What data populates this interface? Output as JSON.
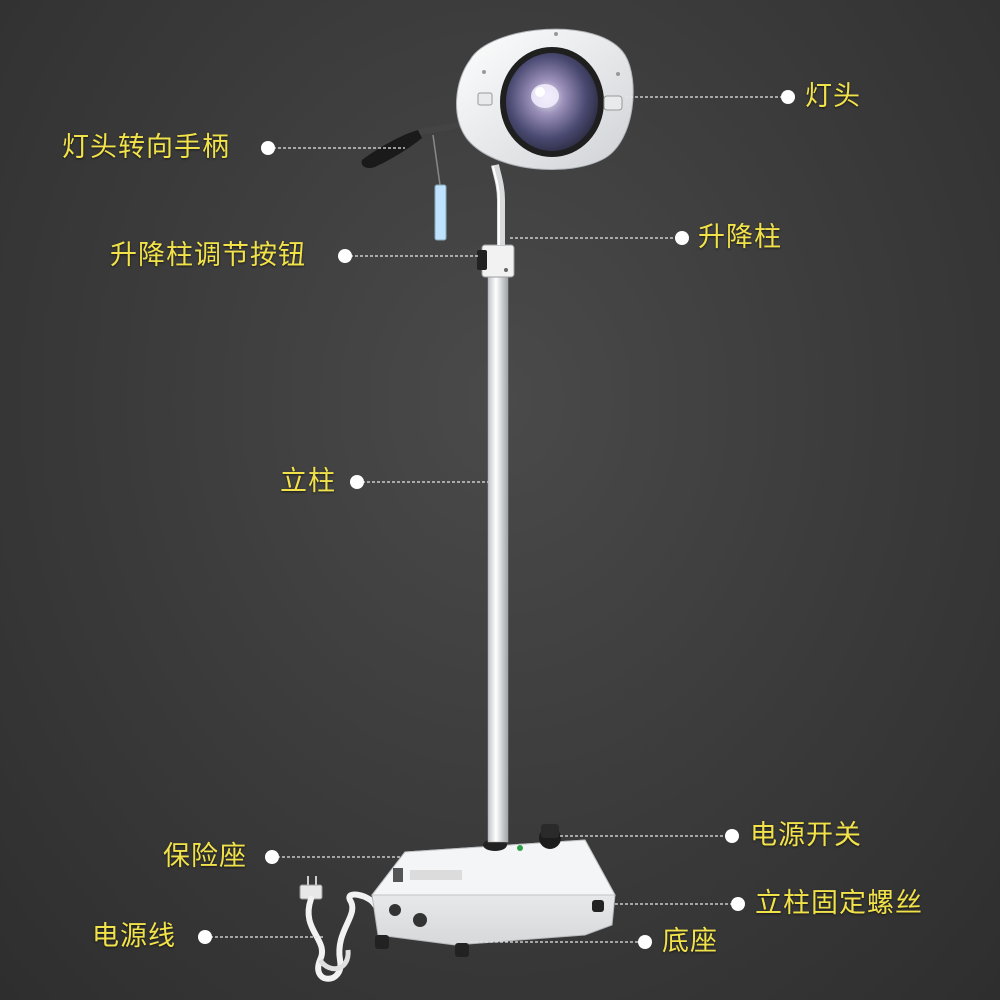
{
  "colors": {
    "background": "#3a3a3a",
    "label": "#f2e24a",
    "leader": "#e6e6e6"
  },
  "labels": {
    "lamp_head": "灯头",
    "lamp_head_handle": "灯头转向手柄",
    "lift_column_button": "升降柱调节按钮",
    "lift_column": "升降柱",
    "column": "立柱",
    "power_switch": "电源开关",
    "fuse_holder": "保险座",
    "column_screw": "立柱固定螺丝",
    "power_cord": "电源线",
    "base": "底座"
  }
}
